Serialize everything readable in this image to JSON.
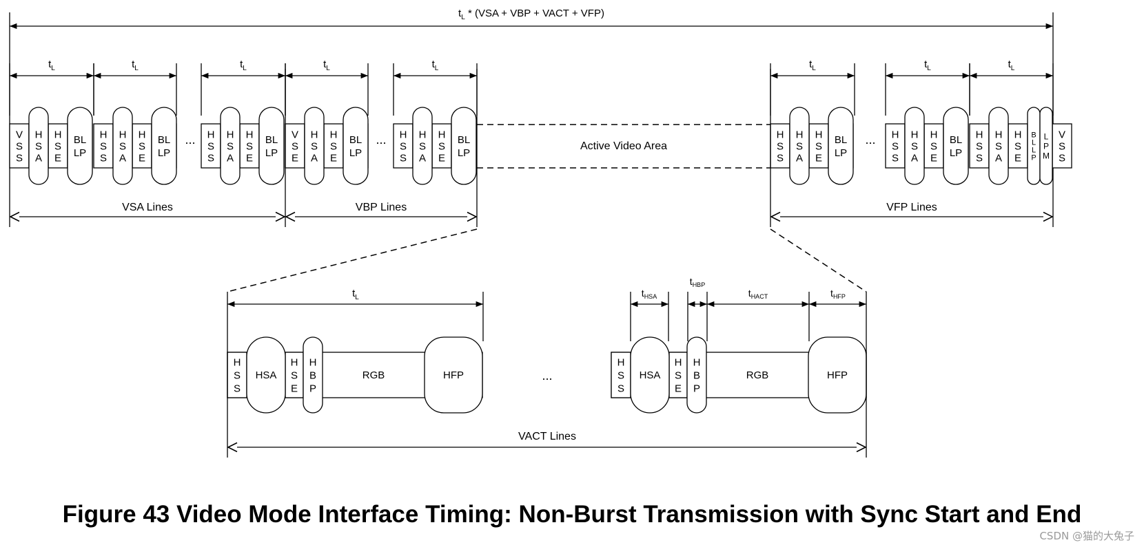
{
  "figure": {
    "caption": "Figure 43 Video Mode Interface Timing: Non-Burst Transmission with Sync Start and End",
    "watermark": "CSDN @猫的大兔子",
    "total_label": {
      "base": "t",
      "sub": "L",
      "rest": " * (VSA + VBP + VACT + VFP)"
    },
    "line_time": {
      "base": "t",
      "sub": "L"
    },
    "regions": {
      "vsa": "VSA Lines",
      "vbp": "VBP Lines",
      "vfp": "VFP Lines",
      "vact": "VACT Lines",
      "active": "Active Video Area"
    },
    "ellipsis": "...",
    "packets": {
      "VSS": "VSS",
      "HSS": "HSS",
      "HSA": "HSA",
      "HSE": "HSE",
      "VSE": "VSE",
      "HBP": "HBP",
      "BLLP": "BL|LP",
      "BLLP_narrow": "BLLP",
      "LPM": "LPM",
      "RGB": "RGB",
      "HFP": "HFP"
    },
    "detail_timings": {
      "hsa": {
        "base": "t",
        "sub": "HSA"
      },
      "hbp": {
        "base": "t",
        "sub": "HBP"
      },
      "hact": {
        "base": "t",
        "sub": "HACT"
      },
      "hfp": {
        "base": "t",
        "sub": "HFP"
      }
    }
  }
}
